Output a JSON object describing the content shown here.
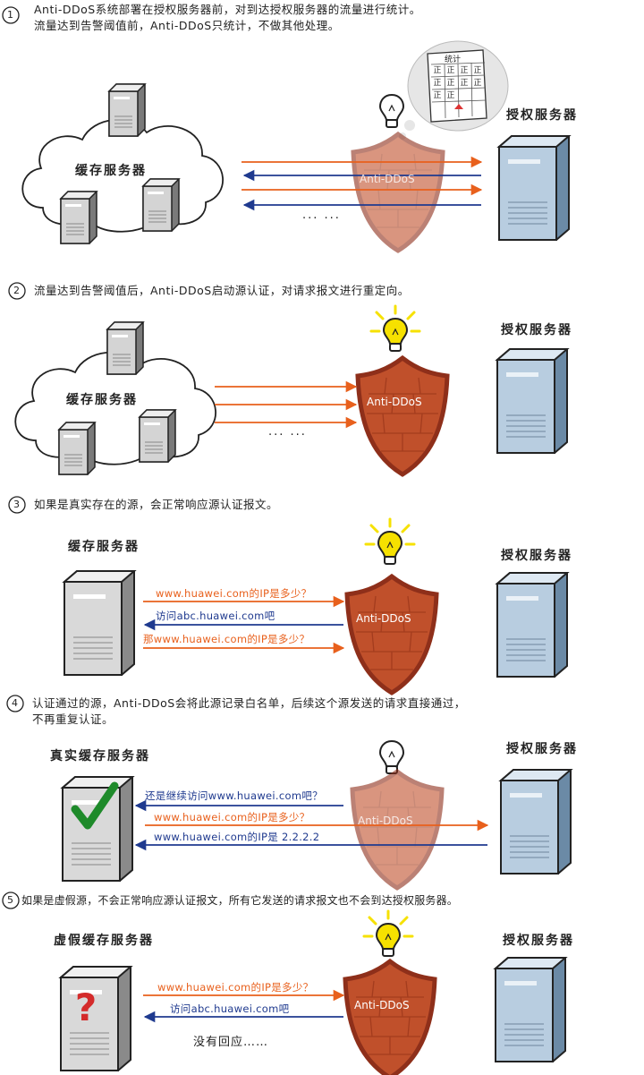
{
  "steps": {
    "s1": {
      "num": "1",
      "line1": "Anti-DDoS系统部署在授权服务器前，对到达授权服务器的流量进行统计。",
      "line2": "流量达到告警阈值前，Anti-DDoS只统计，不做其他处理。"
    },
    "s2": {
      "num": "2",
      "line1": "流量达到告警阈值后，Anti-DDoS启动源认证，对请求报文进行重定向。"
    },
    "s3": {
      "num": "3",
      "line1": "如果是真实存在的源，会正常响应源认证报文。"
    },
    "s4": {
      "num": "4",
      "line1": "认证通过的源，Anti-DDoS会将此源记录白名单，后续这个源发送的请求直接通过，",
      "line2": "不再重复认证。"
    },
    "s5": {
      "num": "5",
      "line1": "如果是虚假源，不会正常响应源认证报文，所有它发送的请求报文也不会到达授权服务器。"
    }
  },
  "labels": {
    "cache_server": "缓存服务器",
    "auth_server": "授权服务器",
    "real_cache_server": "真实缓存服务器",
    "fake_cache_server": "虚假缓存服务器",
    "anti_ddos": "Anti-DDoS",
    "stats": "统计",
    "tally": "正",
    "dots": "... ..."
  },
  "messages": {
    "query": "www.huawei.com的IP是多少？",
    "redirect": "访问abc.huawei.com吧",
    "query_again": "那www.huawei.com的IP是多少？",
    "continue": "还是继续访问www.huawei.com吧？",
    "answer": "www.huawei.com的IP是 2.2.2.2",
    "no_response": "没有回应……"
  },
  "colors": {
    "orange": "#e8601c",
    "blue": "#1f3a8f",
    "shield": "#c0502b",
    "shield_dark": "#8e2f1a",
    "bulb": "#f6e100",
    "server_blue": "#b8cde0",
    "server_gray": "#d9d9d9"
  }
}
